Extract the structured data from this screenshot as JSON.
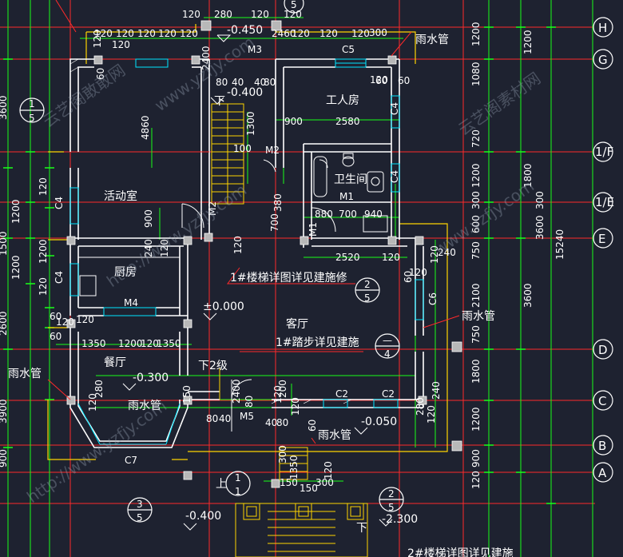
{
  "rooms": [
    {
      "key": "worker_room",
      "label": "工人房"
    },
    {
      "key": "activity_room",
      "label": "活动室"
    },
    {
      "key": "toilet",
      "label": "卫生间"
    },
    {
      "key": "kitchen",
      "label": "厨房"
    },
    {
      "key": "living_room",
      "label": "客厅"
    },
    {
      "key": "dining_room",
      "label": "餐厅"
    }
  ],
  "levels": [
    {
      "key": "l1",
      "text": "-0.450"
    },
    {
      "key": "l2",
      "text": "-0.400"
    },
    {
      "key": "l3",
      "text": "±0.000"
    },
    {
      "key": "l4",
      "text": "-0.300"
    },
    {
      "key": "l5",
      "text": "-0.050"
    },
    {
      "key": "l6",
      "text": "-0.400"
    },
    {
      "key": "l7",
      "text": "-2.300"
    }
  ],
  "notes": {
    "stair": "1#楼梯详图详见建施修",
    "step": "1#踏步详见建施",
    "bottom": "2#楼梯详图详见建施",
    "down2": "下2级",
    "down": "下",
    "up": "上",
    "down_b": "下"
  },
  "drain_pipes": [
    "雨水管",
    "雨水管",
    "雨水管",
    "雨水管",
    "雨水管"
  ],
  "doors": [
    "M3",
    "M2",
    "M1",
    "M1",
    "M2",
    "M4",
    "M5"
  ],
  "windows": [
    "C5",
    "C4",
    "C4",
    "C4",
    "C4",
    "C6",
    "C2",
    "C2",
    "C7"
  ],
  "axis_labels": [
    "H",
    "G",
    "1/F",
    "1/E",
    "E",
    "D",
    "C",
    "B",
    "A"
  ],
  "right_dims": [
    "1200",
    "1080",
    "720",
    "1200",
    "300",
    "600",
    "750",
    "2100",
    "750",
    "1800",
    "1200",
    "900",
    "120"
  ],
  "right_dims_big": [
    "1200",
    "1800",
    "300",
    "3600",
    "3600",
    "15240"
  ],
  "left_dims": [
    "3600",
    "1200",
    "120",
    "1200",
    "1500",
    "2600",
    "1200",
    "120",
    "60",
    "60",
    "3900",
    "900"
  ],
  "top_dims": [
    "120",
    "280",
    "120",
    "120",
    "120",
    "120",
    "120",
    "120",
    "120",
    "120",
    "120",
    "120"
  ],
  "interior_dims": [
    "4860",
    "900",
    "2580",
    "2400",
    "80",
    "40",
    "40",
    "80",
    "1300",
    "900",
    "880",
    "700",
    "940",
    "700",
    "380",
    "2520",
    "120",
    "60",
    "240",
    "1350",
    "1200",
    "1350",
    "120",
    "280",
    "2400",
    "60",
    "120",
    "80",
    "40",
    "40",
    "80",
    "120",
    "1350",
    "120",
    "120",
    "120",
    "150",
    "150",
    "150",
    "300",
    "300",
    "120",
    "200",
    "120",
    "60",
    "120",
    "60",
    "240",
    "120",
    "240",
    "120",
    "280",
    "120",
    "120",
    "300",
    "2460",
    "120",
    "80",
    "60",
    "120",
    "100"
  ],
  "detail_markers": [
    {
      "num": "1",
      "den": "5"
    },
    {
      "num": "2",
      "den": "5"
    },
    {
      "num": "2",
      "den": "5"
    },
    {
      "num": "3",
      "den": "5"
    },
    {
      "num": "—",
      "den": "4"
    },
    {
      "num": "1",
      "den": "1"
    },
    {
      "num": "5",
      "den": ""
    }
  ],
  "watermarks": [
    "云艺阁敢敢网",
    "www.yzfjy.com",
    "http://www.yzfjy.com",
    "www.yzfjy.com",
    "云艺阁素材网",
    "http://www.yzfjy.com"
  ],
  "colors": {
    "background": "#1e2230",
    "wall": "#ffffff",
    "axis": "#ff2a2a",
    "dim_line": "#18ff18",
    "window": "#00e5ff",
    "column": "#c0c0c0",
    "stair": "#ffd400",
    "hatch": "#ffffff"
  }
}
